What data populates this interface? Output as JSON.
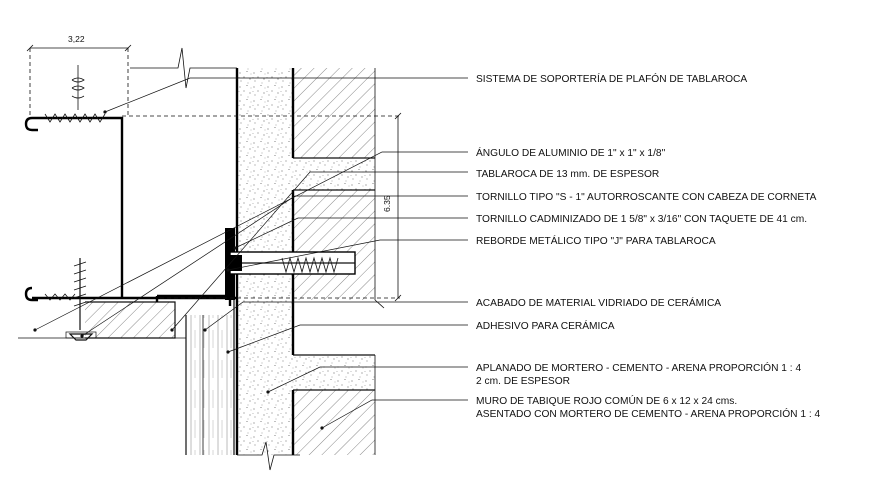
{
  "dimensions": {
    "top_width": "3,22",
    "vertical_height": "6.35"
  },
  "labels": [
    "SISTEMA DE SOPORTERÍA DE PLAFÓN DE TABLAROCA",
    "ÁNGULO DE ALUMINIO DE 1\" x 1\" x 1/8\"",
    "TABLAROCA DE 13 mm. DE ESPESOR",
    "TORNILLO TIPO \"S - 1\" AUTORROSCANTE CON CABEZA DE CORNETA",
    "TORNILLO CADMINIZADO DE 1 5/8\" x 3/16\" CON TAQUETE DE  41 cm.",
    "REBORDE METÁLICO TIPO \"J\" PARA TABLAROCA",
    "ACABADO DE MATERIAL VIDRIADO DE CERÁMICA",
    "ADHESIVO PARA CERÁMICA",
    "APLANADO DE MORTERO - CEMENTO - ARENA PROPORCIÓN 1 : 4",
    "2 cm. DE ESPESOR",
    "MURO DE TABIQUE ROJO COMÚN DE 6 x 12 x 24 cms.",
    "ASENTADO CON MORTERO DE CEMENTO - ARENA PROPORCIÓN 1 : 4"
  ]
}
